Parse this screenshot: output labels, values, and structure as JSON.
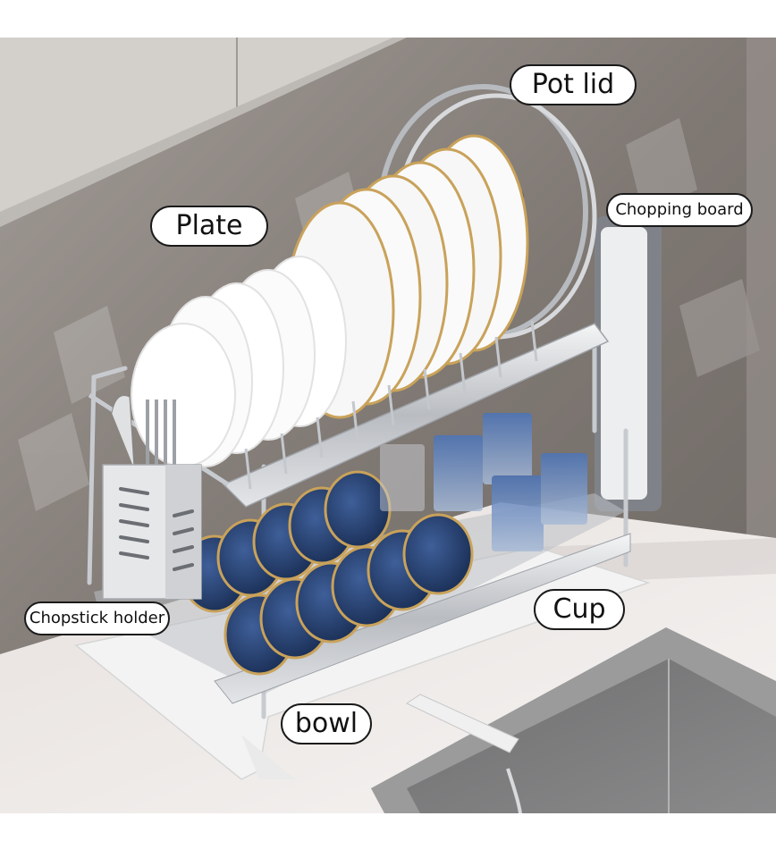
{
  "image": {
    "subject": "Two-tier stainless steel dish drying rack on kitchen countertop beside sink",
    "colors": {
      "background": "#ffffff",
      "wall_tile": "#8f8883",
      "cabinet": "#d3cfcb",
      "countertop": "#eeeae8",
      "steel": "#c9ccd0",
      "bowl_blue": "#25406f",
      "gold_rim": "#c9a25a",
      "cup_blue": "#5f86c4",
      "callout_bg": "#ffffff",
      "callout_border": "#1a1a1a"
    }
  },
  "callouts": {
    "pot_lid": "Pot lid",
    "plate": "Plate",
    "chopping_board": "Chopping board",
    "chopstick_holder": "Chopstick holder",
    "cup": "Cup",
    "bowl": "bowl"
  }
}
